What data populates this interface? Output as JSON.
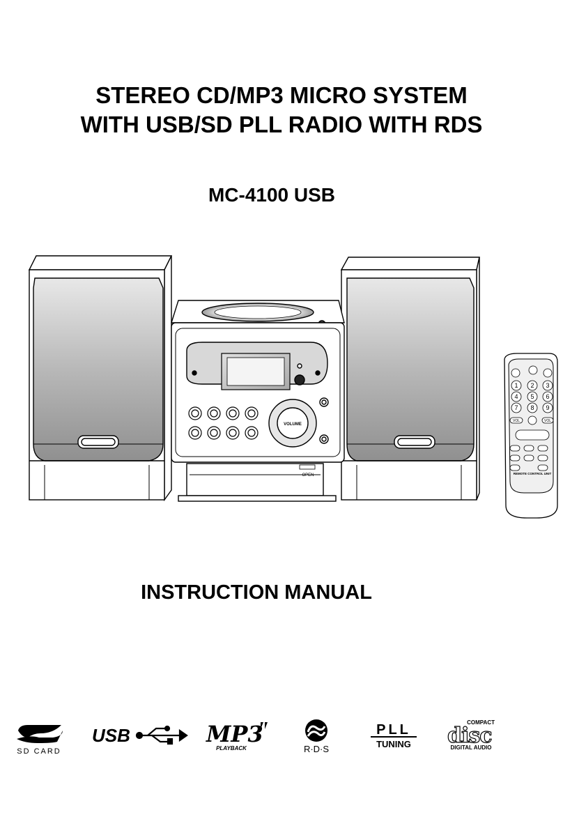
{
  "document": {
    "title_line1": "STEREO CD/MP3 MICRO SYSTEM",
    "title_line2": "WITH USB/SD PLL RADIO WITH RDS",
    "model": "MC-4100 USB",
    "subtitle": "INSTRUCTION MANUAL"
  },
  "device": {
    "volume_label": "VOLUME",
    "open_label": "OPEN",
    "remote_label": "REMOTE CONTROL UNIT",
    "remote_vol_label": "VOL",
    "remote_keys": [
      "1",
      "2",
      "3",
      "4",
      "5",
      "6",
      "7",
      "8",
      "9"
    ]
  },
  "logos": {
    "sd_caption": "SD CARD",
    "usb_text": "USB",
    "mp3_text": "MP3",
    "mp3_caption": "PLAYBACK",
    "rds_caption": "R·D·S",
    "pll_text": "PLL",
    "pll_caption": "TUNING",
    "disc_top": "COMPACT",
    "disc_text": "disc",
    "disc_caption": "DIGITAL AUDIO"
  }
}
